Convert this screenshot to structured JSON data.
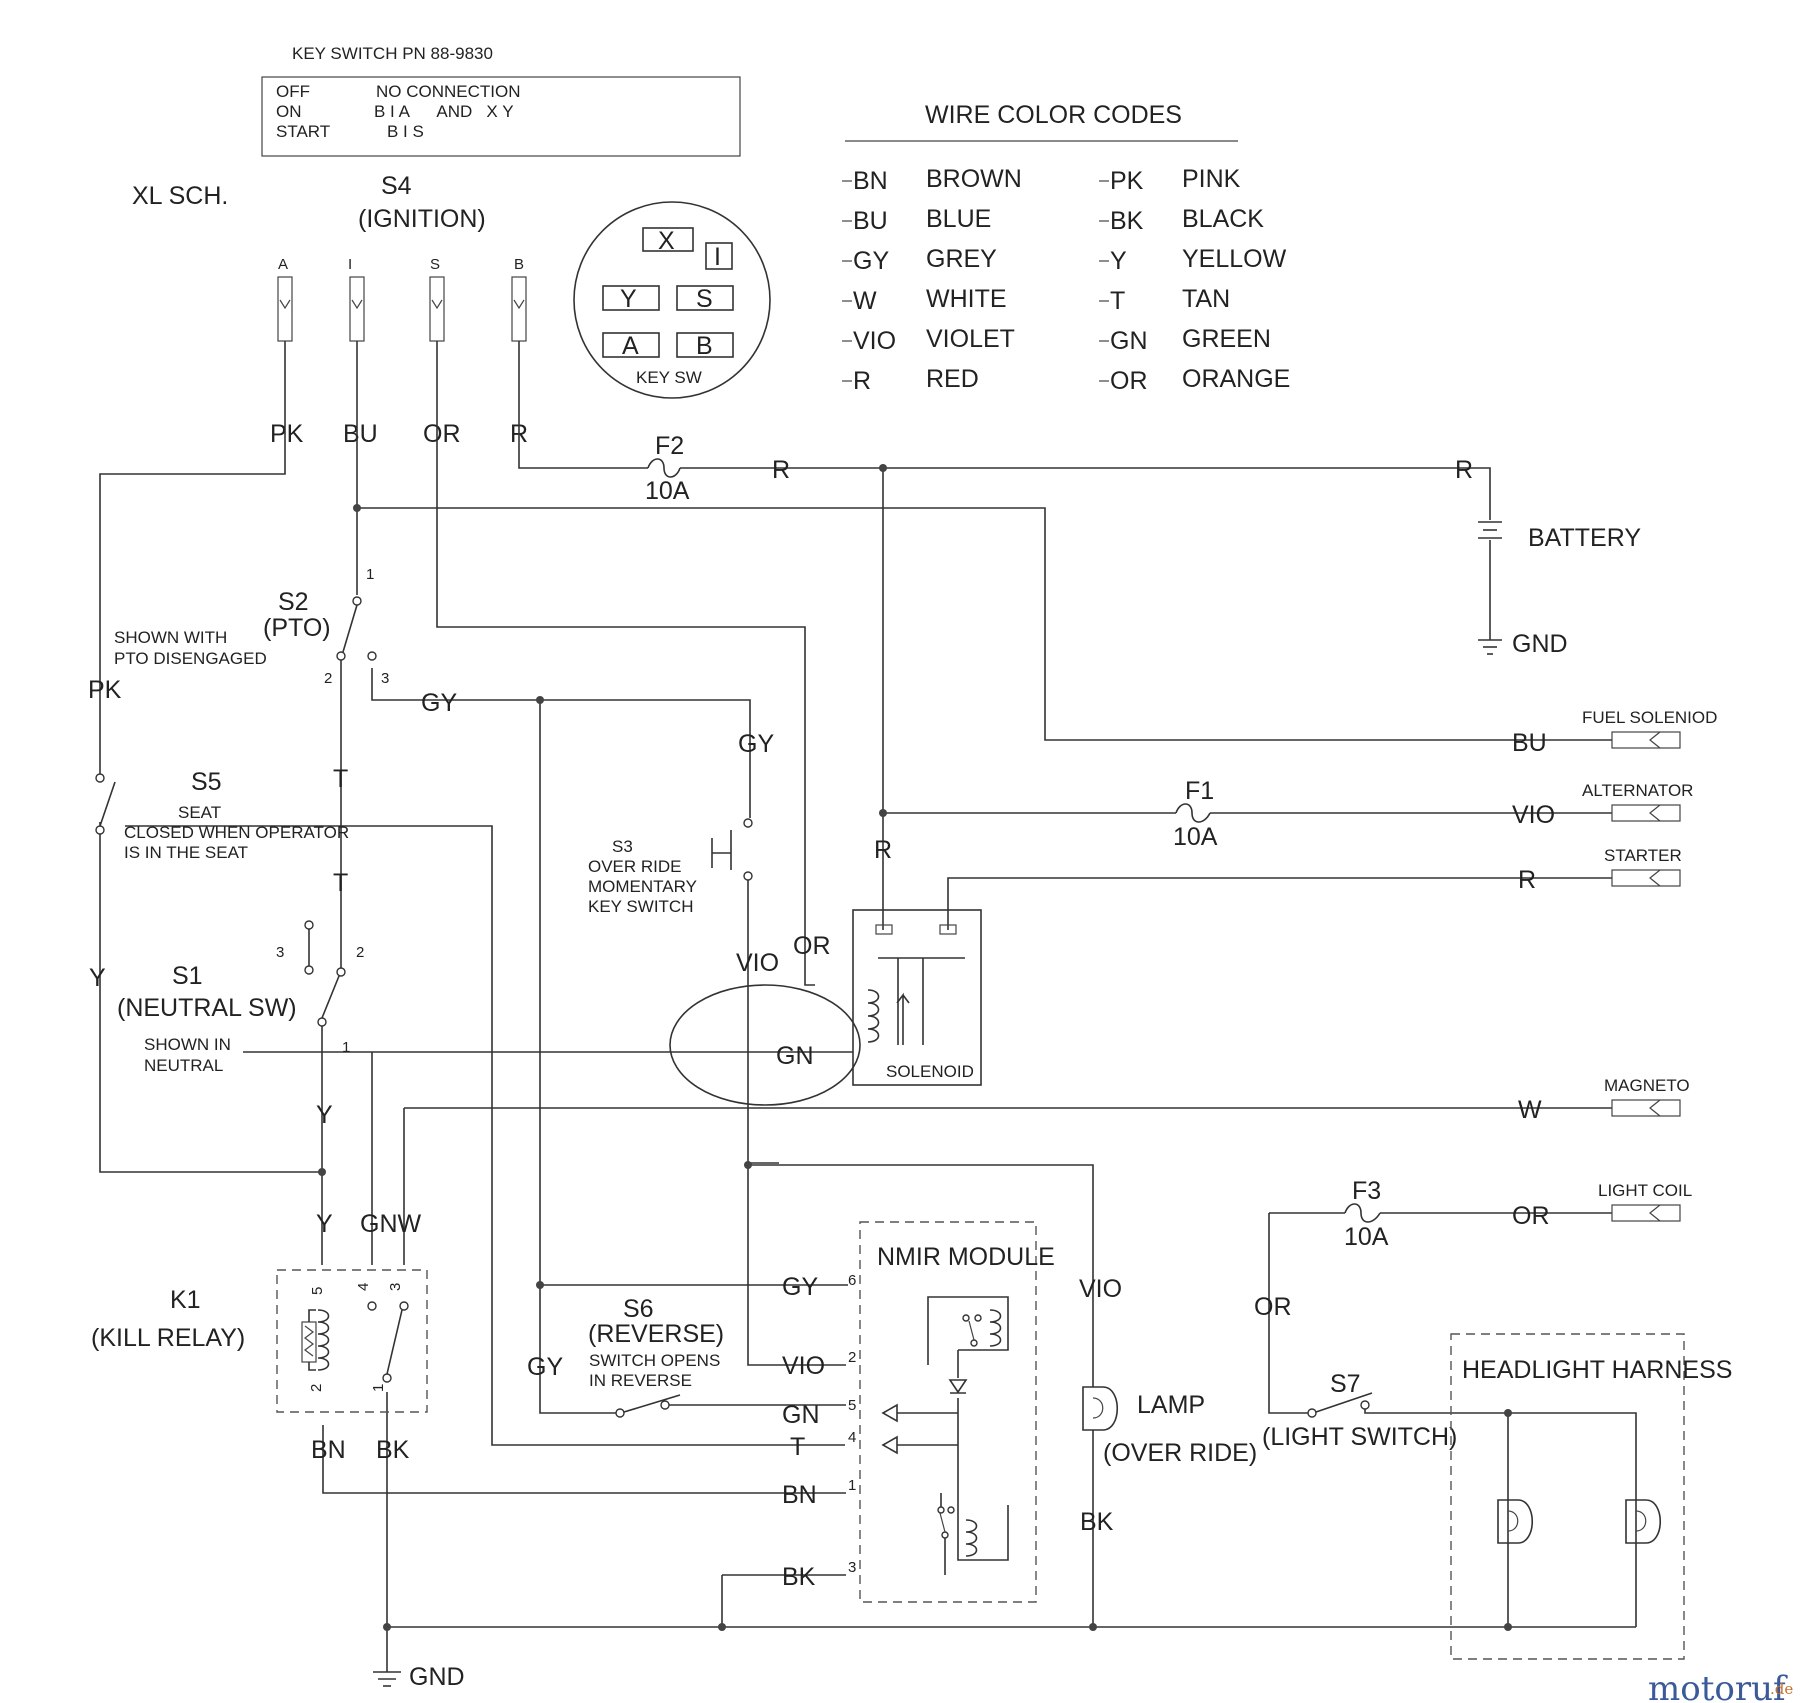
{
  "key_switch": {
    "title": "KEY SWITCH PN 88-9830",
    "rows": [
      {
        "pos": "OFF",
        "conn": "NO CONNECTION"
      },
      {
        "pos": "ON",
        "conn": "B I A      AND   X Y"
      },
      {
        "pos": "START",
        "conn": "B I S"
      }
    ],
    "face_label": "KEY SW",
    "terminals": [
      "X",
      "I",
      "Y",
      "S",
      "A",
      "B"
    ]
  },
  "schematic_title": "XL SCH.",
  "wire_codes": {
    "title": "WIRE COLOR CODES",
    "left": [
      {
        "code": "BN",
        "name": "BROWN"
      },
      {
        "code": "BU",
        "name": "BLUE"
      },
      {
        "code": "GY",
        "name": "GREY"
      },
      {
        "code": "W",
        "name": "WHITE"
      },
      {
        "code": "VIO",
        "name": "VIOLET"
      },
      {
        "code": "R",
        "name": "RED"
      }
    ],
    "right": [
      {
        "code": "PK",
        "name": "PINK"
      },
      {
        "code": "BK",
        "name": "BLACK"
      },
      {
        "code": "Y",
        "name": "YELLOW"
      },
      {
        "code": "T",
        "name": "TAN"
      },
      {
        "code": "GN",
        "name": "GREEN"
      },
      {
        "code": "OR",
        "name": "ORANGE"
      }
    ]
  },
  "components": {
    "s4": {
      "id": "S4",
      "name": "(IGNITION)",
      "pins": [
        "A",
        "I",
        "S",
        "B"
      ]
    },
    "s2": {
      "id": "S2",
      "name": "(PTO)",
      "note1": "SHOWN WITH",
      "note2": "PTO DISENGAGED"
    },
    "s5": {
      "id": "S5",
      "name": "SEAT",
      "note1": "CLOSED WHEN OPERATOR",
      "note2": "IS IN THE SEAT"
    },
    "s1": {
      "id": "S1",
      "name": "(NEUTRAL SW)",
      "note1": "SHOWN IN",
      "note2": "NEUTRAL"
    },
    "s3": {
      "id": "S3",
      "l1": "OVER RIDE",
      "l2": "MOMENTARY",
      "l3": "KEY SWITCH"
    },
    "s6": {
      "id": "S6",
      "name": "(REVERSE)",
      "note1": "SWITCH OPENS",
      "note2": "IN REVERSE"
    },
    "s7": {
      "id": "S7",
      "name": "(LIGHT SWITCH)"
    },
    "k1": {
      "id": "K1",
      "name": "(KILL RELAY)"
    },
    "f1": {
      "id": "F1",
      "rating": "10A"
    },
    "f2": {
      "id": "F2",
      "rating": "10A"
    },
    "f3": {
      "id": "F3",
      "rating": "10A"
    },
    "battery": "BATTERY",
    "gnd": "GND",
    "solenoid": "SOLENOID",
    "nmir": "NMIR MODULE",
    "lamp": "LAMP",
    "lamp_sub": "(OVER RIDE)",
    "headlight": "HEADLIGHT HARNESS"
  },
  "connectors": {
    "fuel": "FUEL SOLENIOD",
    "alternator": "ALTERNATOR",
    "starter": "STARTER",
    "magneto": "MAGNETO",
    "light_coil": "LIGHT COIL"
  },
  "wire_labels": {
    "pk": "PK",
    "bu": "BU",
    "or": "OR",
    "r": "R",
    "gy": "GY",
    "t": "T",
    "y": "Y",
    "vio": "VIO",
    "gn": "GN",
    "w": "W",
    "bn": "BN",
    "bk": "BK",
    "gnw": "GNW"
  },
  "pin_numbers": {
    "p1": "1",
    "p2": "2",
    "p3": "3",
    "p4": "4",
    "p5": "5",
    "p6": "6"
  },
  "watermark": {
    "main": "motoruf",
    "tld": ".de"
  }
}
